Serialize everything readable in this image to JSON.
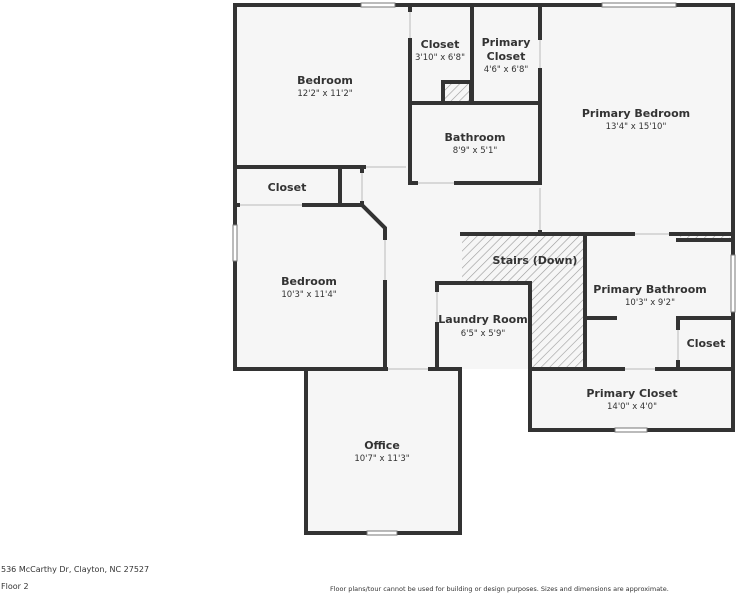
{
  "rooms": {
    "bedroom_nw": {
      "name": "Bedroom",
      "dims": "12'2\" x 11'2\""
    },
    "closet_a": {
      "name": "Closet",
      "dims": "3'10\" x 6'8\""
    },
    "primary_closet_n": {
      "name_1": "Primary",
      "name_2": "Closet",
      "dims": "4'6\" x 6'8\""
    },
    "primary_bedroom": {
      "name": "Primary Bedroom",
      "dims": "13'4\" x 15'10\""
    },
    "bathroom": {
      "name": "Bathroom",
      "dims": "8'9\" x 5'1\""
    },
    "closet_w": {
      "name": "Closet"
    },
    "bedroom_w": {
      "name": "Bedroom",
      "dims": "10'3\" x 11'4\""
    },
    "stairs": {
      "name": "Stairs (Down)"
    },
    "laundry": {
      "name": "Laundry Room",
      "dims": "6'5\" x 5'9\""
    },
    "primary_bathroom": {
      "name": "Primary Bathroom",
      "dims": "10'3\" x 9'2\""
    },
    "closet_e": {
      "name": "Closet"
    },
    "primary_closet_s": {
      "name": "Primary Closet",
      "dims": "14'0\" x 4'0\""
    },
    "office": {
      "name": "Office",
      "dims": "10'7\" x 11'3\""
    }
  },
  "footer": {
    "address": "536 McCarthy Dr, Clayton, NC 27527",
    "floor": "Floor 2",
    "disclaimer": "Floor plans/tour cannot be used for building or design purposes. Sizes and dimensions are approximate."
  },
  "colors": {
    "wall": "#333333",
    "floor": "#f6f6f6",
    "window": "#ffffff"
  }
}
